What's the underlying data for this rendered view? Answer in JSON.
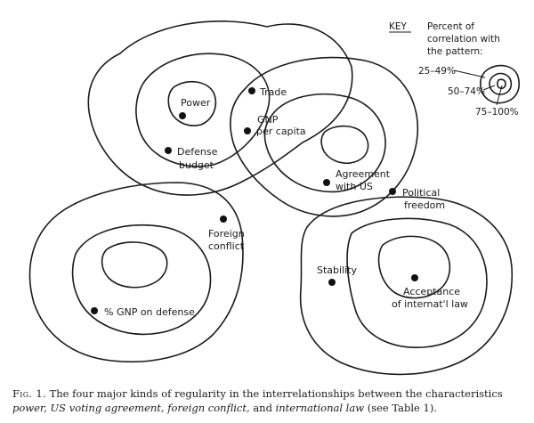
{
  "key": {
    "heading": "KEY",
    "line1": "Percent of",
    "line2": "correlation with",
    "line3": "the pattern:",
    "levels": [
      "25–49%",
      "50–74%",
      "75–100%"
    ]
  },
  "variables": {
    "power": "Power",
    "trade": "Trade",
    "gnp1": "GNP",
    "gnp2": "per capita",
    "defense1": "Defense",
    "defense2": "budget",
    "agreement1": "Agreement",
    "agreement2": "with US",
    "political1": "Political",
    "political2": "freedom",
    "foreign1": "Foreign",
    "foreign2": "conflict",
    "gnp_defense": "% GNP on defense",
    "stability": "Stability",
    "acceptance1": "Acceptance",
    "acceptance2": "of internat'l law"
  },
  "caption": {
    "fig": "Fig. 1.",
    "text1": "The four major kinds of regularity in the interrelationships between the characteristics",
    "term1": "power, US voting agreement, foreign conflict,",
    "and": "and",
    "term2": "international law",
    "text2": "(see Table 1)."
  }
}
